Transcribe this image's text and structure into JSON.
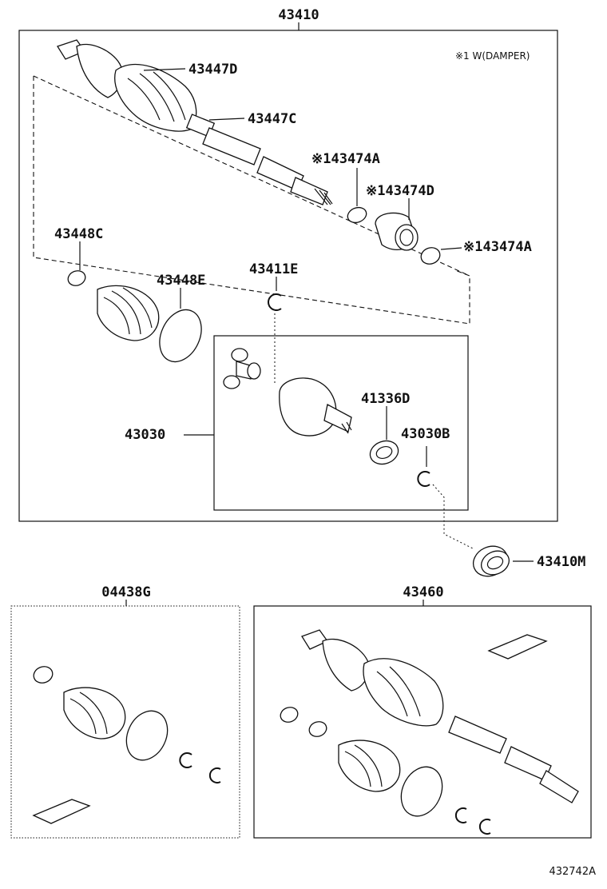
{
  "diagram": {
    "labels": {
      "assembly": "43410",
      "boot_clamp_outer": "43447D",
      "boot_clamp_small": "43447C",
      "clamp_a_upper": "※143474A",
      "damper": "※143474D",
      "clamp_a_lower": "※143474A",
      "note": "※1 W(DAMPER)",
      "inner_clamp": "43448C",
      "inner_band": "43448E",
      "snap_ring": "43411E",
      "inner_joint": "43030",
      "dust_seal": "41336D",
      "circlip": "43030B",
      "bearing": "43410M",
      "boot_kit": "04438G",
      "shaft_kit": "43460"
    },
    "reference": "432742A"
  }
}
